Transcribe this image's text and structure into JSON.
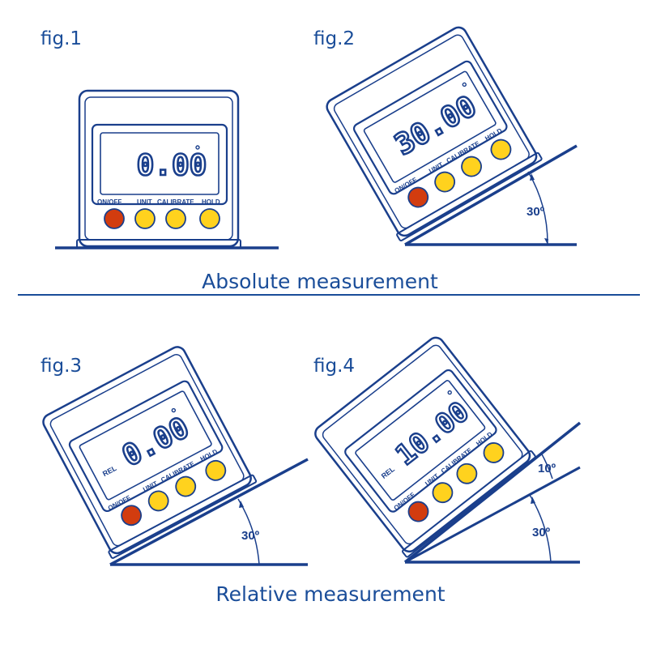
{
  "figures": [
    {
      "label": "fig.1",
      "display": "0.00",
      "rel": "",
      "degree_mark": "°",
      "buttons": [
        "ON/OFF",
        "UNIT",
        "CALIBRATE",
        "HOLD"
      ]
    },
    {
      "label": "fig.2",
      "display": "30.00",
      "rel": "",
      "degree_mark": "°",
      "buttons": [
        "ON/OFF",
        "UNIT",
        "CALIBRATE",
        "HOLD"
      ],
      "angle": "30º"
    },
    {
      "label": "fig.3",
      "display": "0.00",
      "rel": "REL",
      "degree_mark": "°",
      "buttons": [
        "ON/OFF",
        "UNIT",
        "CALIBRATE",
        "HOLD"
      ],
      "angle": "30º"
    },
    {
      "label": "fig.4",
      "display": "10.00",
      "rel": "REL",
      "degree_mark": "°",
      "buttons": [
        "ON/OFF",
        "UNIT",
        "CALIBRATE",
        "HOLD"
      ],
      "angle": "30º",
      "angle2": "10º"
    }
  ],
  "sections": {
    "absolute": "Absolute measurement",
    "relative": "Relative measurement"
  },
  "colors": {
    "ink": "#1a3f8c",
    "title": "#1a4d99",
    "on_off_button": "#d23c0f",
    "function_button": "#ffd21e"
  }
}
